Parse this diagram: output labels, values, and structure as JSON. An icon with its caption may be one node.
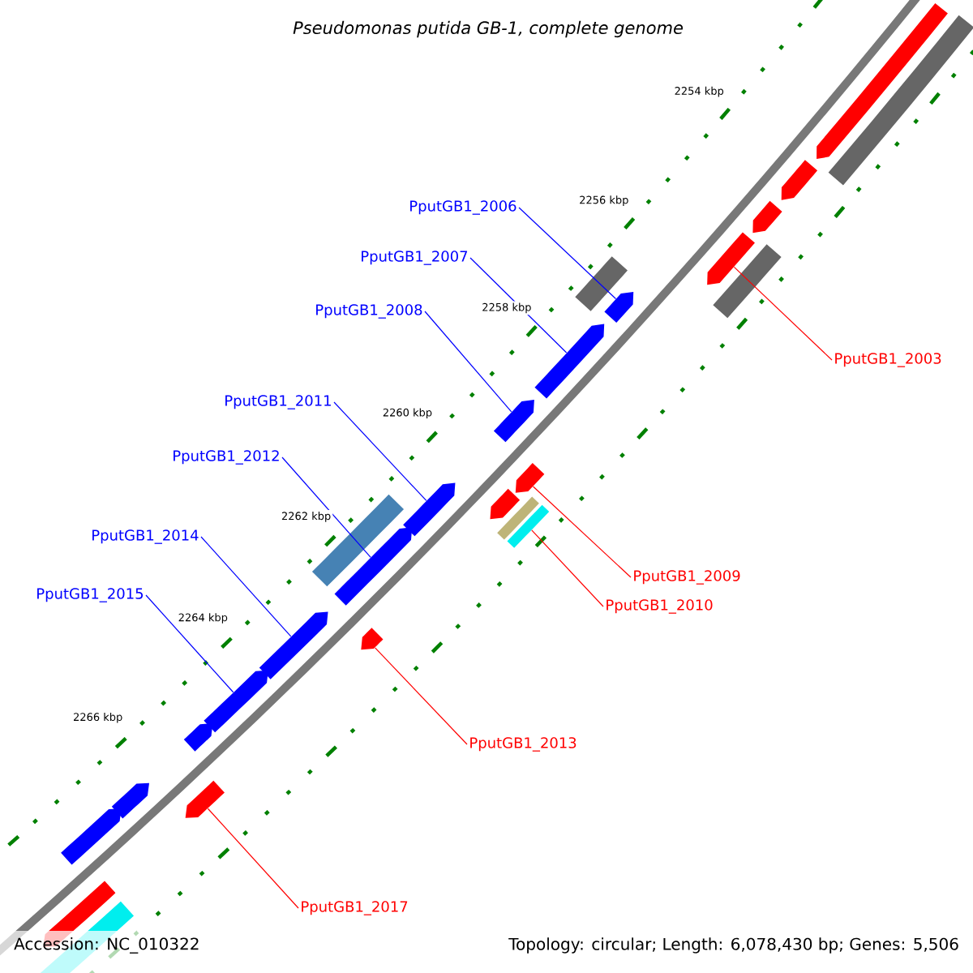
{
  "diagram": {
    "title": "Pseudomonas putida GB-1, complete genome",
    "nodes": [
      {
        "text": [
          "PputGB1_2006"
        ]
      },
      {
        "text": [
          "PputGB1_2007"
        ]
      },
      {
        "text": [
          "PputGB1_2008"
        ]
      },
      {
        "text": [
          "PputGB1_2003"
        ]
      },
      {
        "text": [
          "PputGB1_2011"
        ]
      },
      {
        "text": [
          "PputGB1_2012"
        ]
      },
      {
        "text": [
          "PputGB1_2014"
        ]
      },
      {
        "text": [
          "PputGB1_2009"
        ]
      },
      {
        "text": [
          "PputGB1_2015"
        ]
      },
      {
        "text": [
          "PputGB1_2010"
        ]
      },
      {
        "text": [
          "PputGB1_2013"
        ]
      },
      {
        "text": [
          "PputGB1_2017"
        ]
      },
      {
        "text": [],
        "shape": "pentagon"
      },
      {
        "text": [],
        "shape": "bar"
      },
      {
        "text": [],
        "shape": "pentagon"
      },
      {
        "text": [],
        "shape": "pentagon"
      },
      {
        "text": [],
        "shape": "pentagon"
      },
      {
        "text": [],
        "shape": "bar"
      },
      {
        "text": [],
        "shape": "bar"
      },
      {
        "text": [],
        "shape": "pentagon"
      },
      {
        "text": [],
        "shape": "pentagon"
      },
      {
        "text": [],
        "shape": "pentagon"
      },
      {
        "text": [],
        "shape": "pentagon"
      },
      {
        "text": [],
        "shape": "pentagon"
      },
      {
        "text": [],
        "shape": "pentagon"
      },
      {
        "text": [],
        "shape": "bar"
      },
      {
        "text": [],
        "shape": "bar"
      },
      {
        "text": [],
        "shape": "bar"
      },
      {
        "text": [],
        "shape": "pentagon"
      },
      {
        "text": [],
        "shape": "pentagon"
      },
      {
        "text": [],
        "shape": "pentagon"
      },
      {
        "text": [],
        "shape": "pentagon"
      },
      {
        "text": [],
        "shape": "pentagon"
      },
      {
        "text": [],
        "shape": "pentagon"
      },
      {
        "text": [],
        "shape": "pentagon"
      },
      {
        "text": [],
        "shape": "pentagon"
      },
      {
        "text": [],
        "shape": "pentagon"
      },
      {
        "text": [],
        "shape": "bar"
      }
    ],
    "edges": [
      {
        "from": 0,
        "to": 19,
        "arrow": "none"
      },
      {
        "from": 1,
        "to": 20,
        "arrow": "none"
      },
      {
        "from": 2,
        "to": 21,
        "arrow": "none"
      },
      {
        "from": 3,
        "to": 16,
        "arrow": "none",
        "color": "#ff0000"
      },
      {
        "from": 4,
        "to": 24,
        "arrow": "none"
      },
      {
        "from": 5,
        "to": 28,
        "arrow": "none"
      },
      {
        "from": 6,
        "to": 30,
        "arrow": "none"
      },
      {
        "from": 7,
        "to": 22,
        "arrow": "none",
        "color": "#ff0000"
      },
      {
        "from": 8,
        "to": 31,
        "arrow": "none"
      },
      {
        "from": 9,
        "to": 26,
        "arrow": "none",
        "color": "#ff0000"
      },
      {
        "from": 10,
        "to": 29,
        "arrow": "none",
        "color": "#ff0000"
      },
      {
        "from": 11,
        "to": 34,
        "arrow": "none",
        "color": "#ff0000"
      }
    ],
    "labels": [
      "2254 kbp",
      "2256 kbp",
      "2258 kbp",
      "2260 kbp",
      "2262 kbp",
      "2264 kbp",
      "2266 kbp",
      "Accession: NC_010322",
      "Topology: circular; Length: 6,078,430 bp; Genes: 5,506"
    ]
  }
}
